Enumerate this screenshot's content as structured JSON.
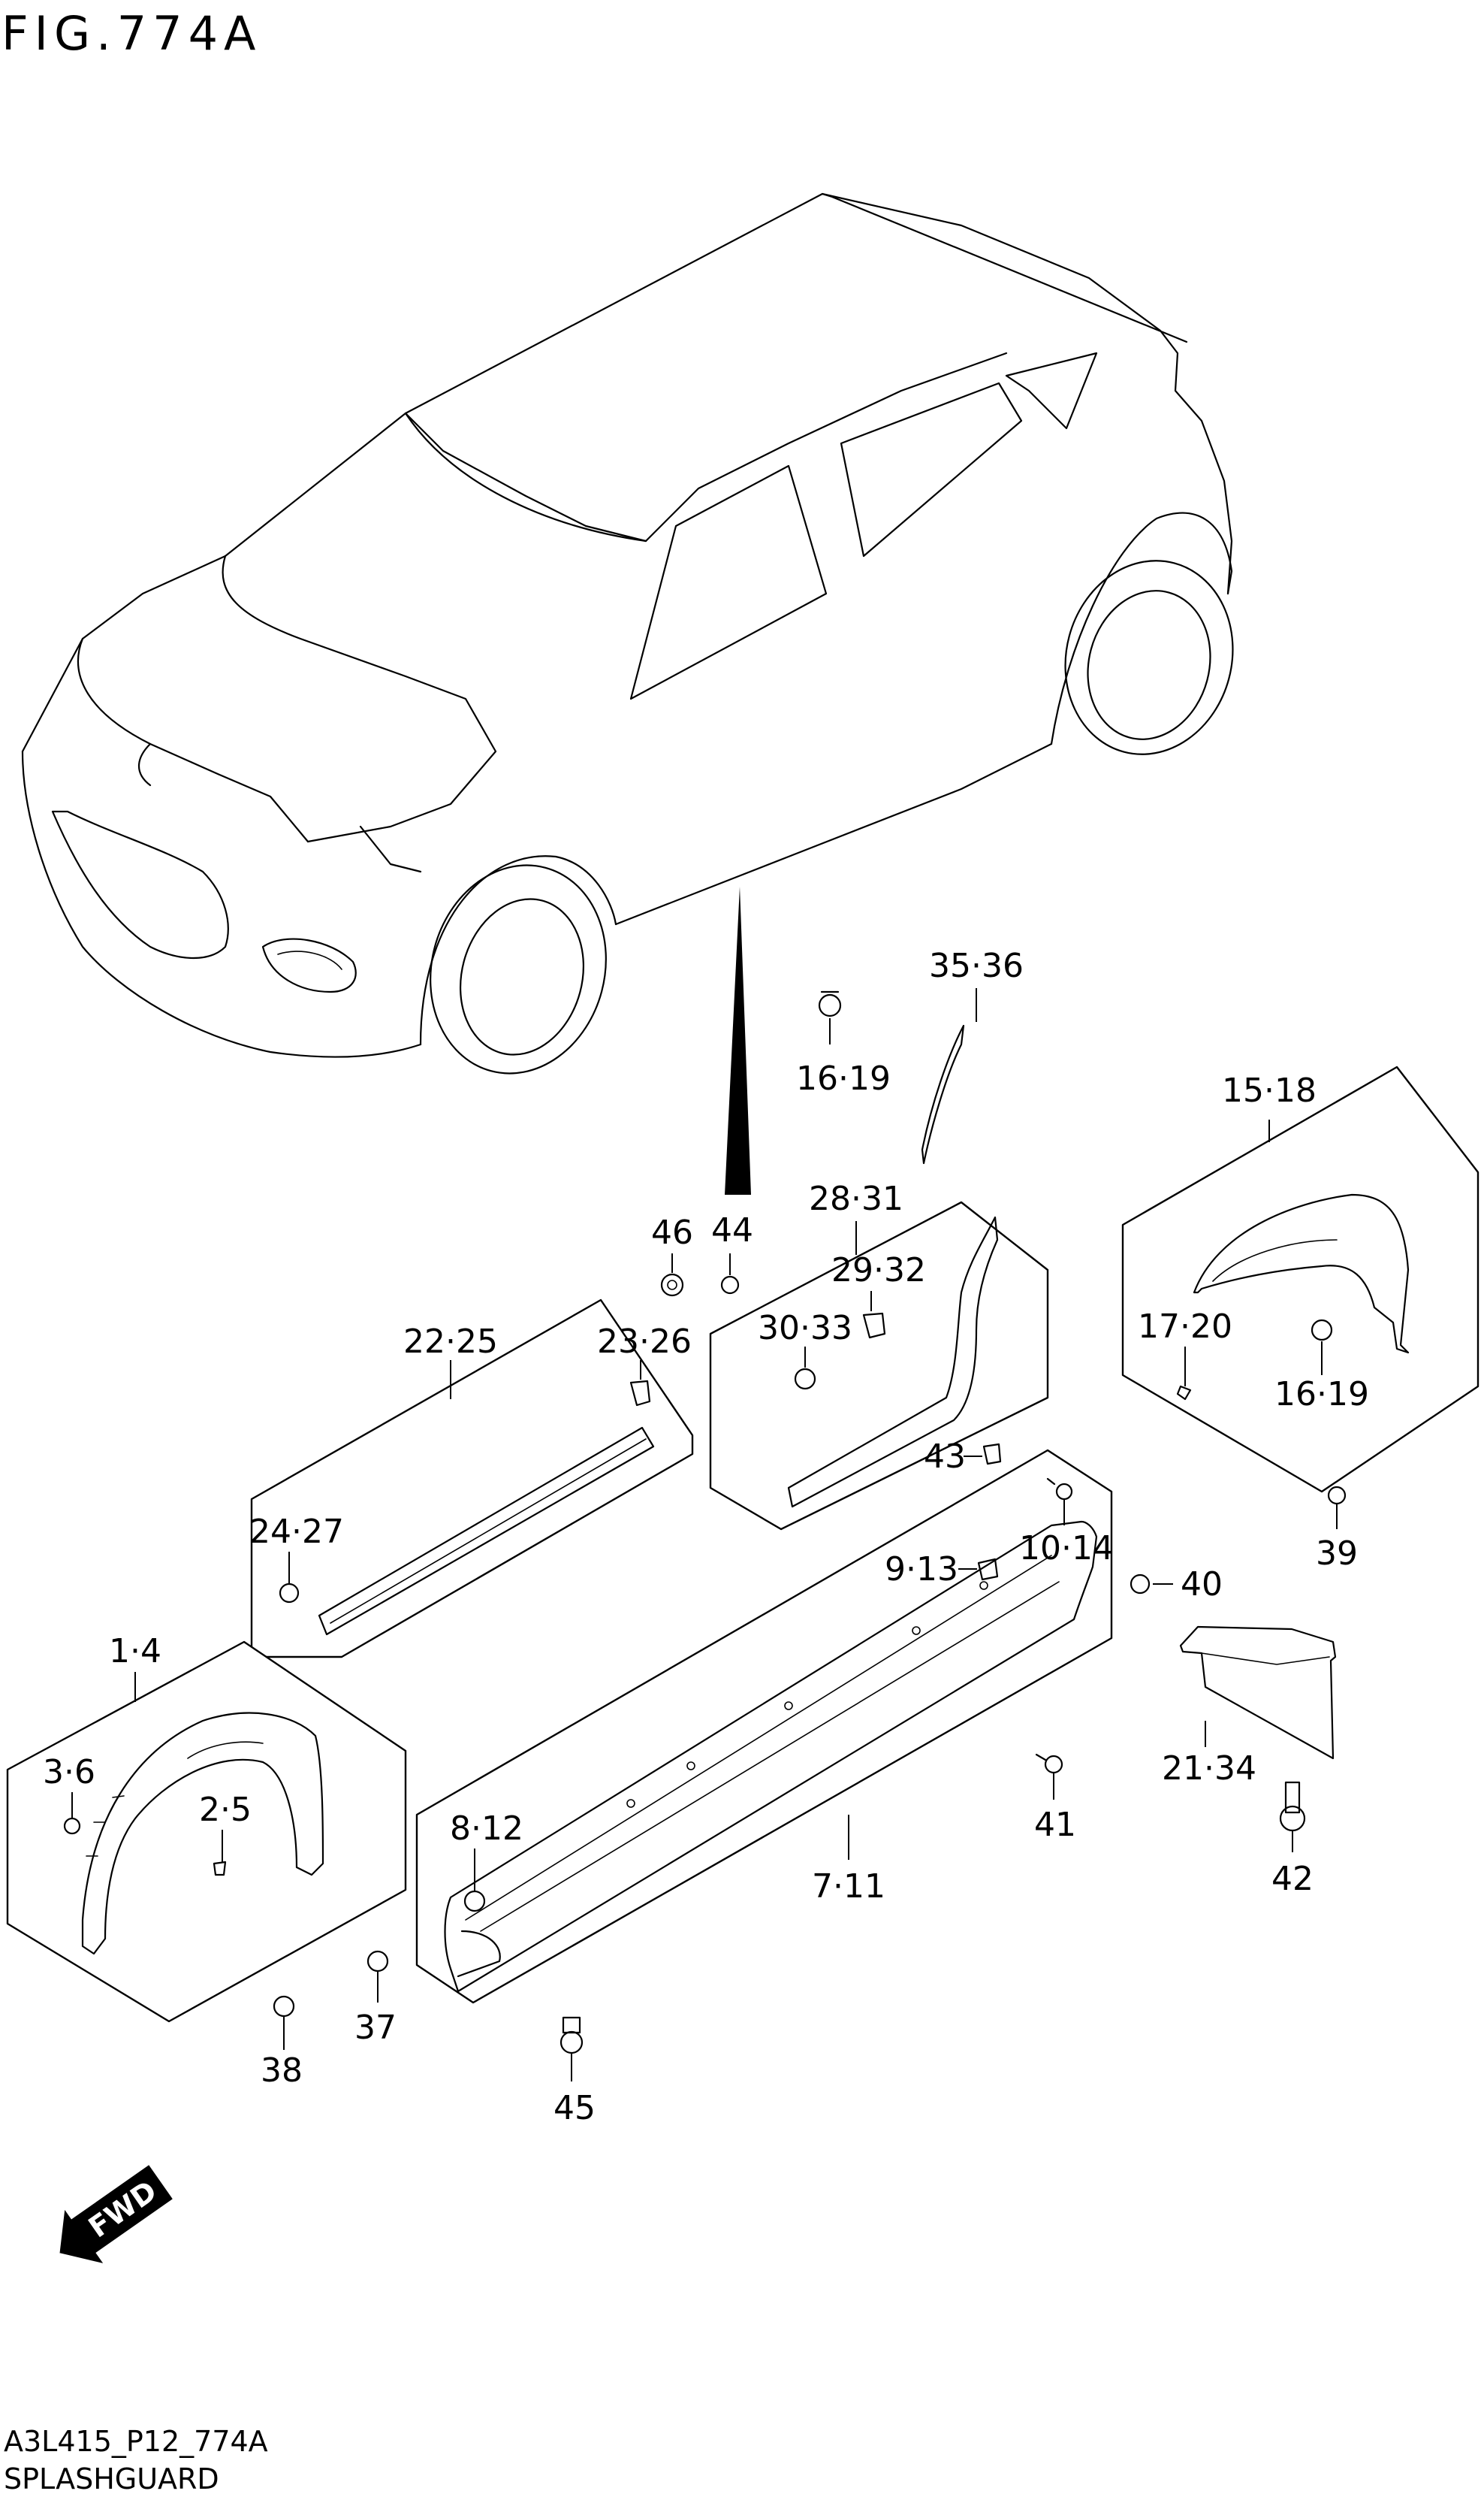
{
  "figure": {
    "title": "FIG.774A",
    "code": "A3L415_P12_774A",
    "name": "SPLASHGUARD",
    "direction_label": "FWD"
  },
  "callouts": [
    "35·36",
    "16·19",
    "15·18",
    "28·31",
    "46",
    "44",
    "29·32",
    "30·33",
    "22·25",
    "23·26",
    "17·20",
    "16·19",
    "43",
    "10·14",
    "24·27",
    "9·13",
    "40",
    "39",
    "1·4",
    "3·6",
    "2·5",
    "21·34",
    "41",
    "8·12",
    "7·11",
    "42",
    "37",
    "38",
    "45"
  ]
}
